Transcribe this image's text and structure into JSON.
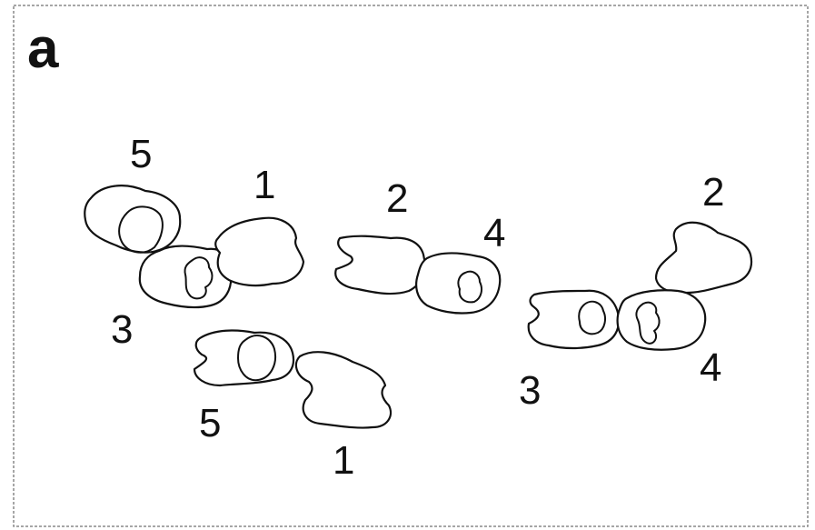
{
  "panel_label": "a",
  "colors": {
    "background": "#ffffff",
    "ink": "#111111",
    "border": "#888888"
  },
  "labels": [
    "5",
    "1",
    "3",
    "2",
    "4",
    "5",
    "1",
    "2",
    "3",
    "4"
  ]
}
